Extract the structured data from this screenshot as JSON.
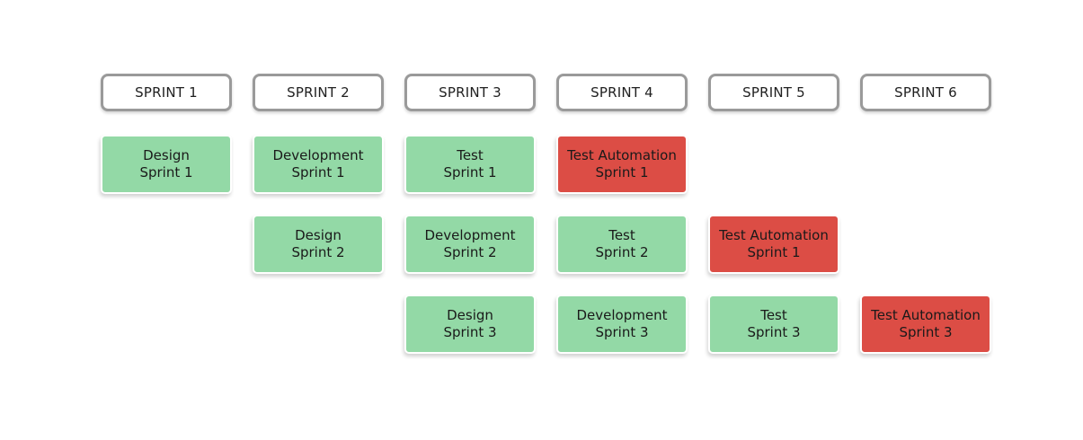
{
  "sprints": [
    "SPRINT 1",
    "SPRINT 2",
    "SPRINT 3",
    "SPRINT 4",
    "SPRINT 5",
    "SPRINT 6"
  ],
  "colors": {
    "work": "#93d9a6",
    "automation": "#dc4d45",
    "header_border": "#9a9a9a"
  },
  "rows": [
    {
      "cards": [
        {
          "line1": "Design",
          "line2": "Sprint 1"
        },
        {
          "line1": "Development",
          "line2": "Sprint 1"
        },
        {
          "line1": "Test",
          "line2": "Sprint 1"
        },
        {
          "line1": "Test Automation",
          "line2": "Sprint 1"
        }
      ]
    },
    {
      "cards": [
        {
          "line1": "Design",
          "line2": "Sprint 2"
        },
        {
          "line1": "Development",
          "line2": "Sprint 2"
        },
        {
          "line1": "Test",
          "line2": "Sprint 2"
        },
        {
          "line1": "Test Automation",
          "line2": "Sprint 1"
        }
      ]
    },
    {
      "cards": [
        {
          "line1": "Design",
          "line2": "Sprint 3"
        },
        {
          "line1": "Development",
          "line2": "Sprint 3"
        },
        {
          "line1": "Test",
          "line2": "Sprint 3"
        },
        {
          "line1": "Test Automation",
          "line2": "Sprint 3"
        }
      ]
    }
  ]
}
